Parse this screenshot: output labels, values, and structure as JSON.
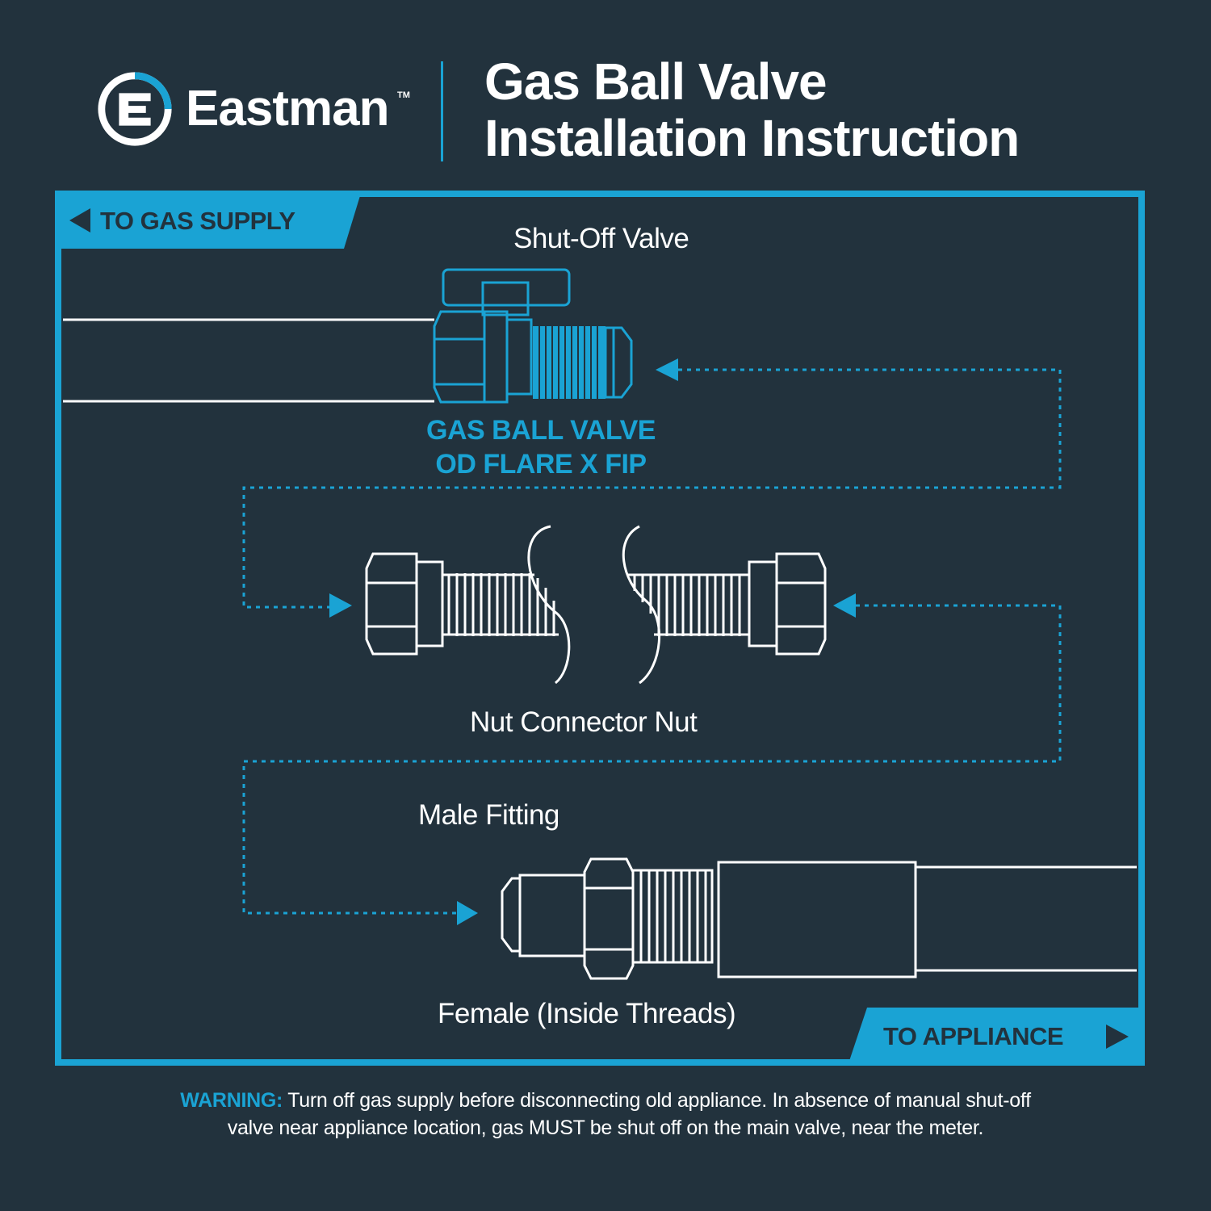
{
  "header": {
    "brand": "Eastman",
    "trademark": "TM",
    "title_line1": "Gas Ball Valve",
    "title_line2": "Installation Instruction"
  },
  "tabs": {
    "gas_supply": "TO GAS SUPPLY",
    "appliance": "TO APPLIANCE"
  },
  "labels": {
    "shutoff_valve": "Shut-Off Valve",
    "gas_ball_valve_line1": "GAS BALL VALVE",
    "gas_ball_valve_line2": "OD FLARE X FIP",
    "nut_connector_nut": "Nut Connector Nut",
    "male_fitting": "Male Fitting",
    "female": "Female (Inside Threads)"
  },
  "warning": {
    "label": "WARNING:",
    "line1_text": "Turn off gas supply before disconnecting old appliance. In absence of manual shut-off",
    "line2_text": "valve near appliance location, gas MUST be shut off on the main valve, near the meter."
  },
  "colors": {
    "background": "#22323d",
    "accent": "#1aa3d4",
    "line": "#ffffff"
  }
}
